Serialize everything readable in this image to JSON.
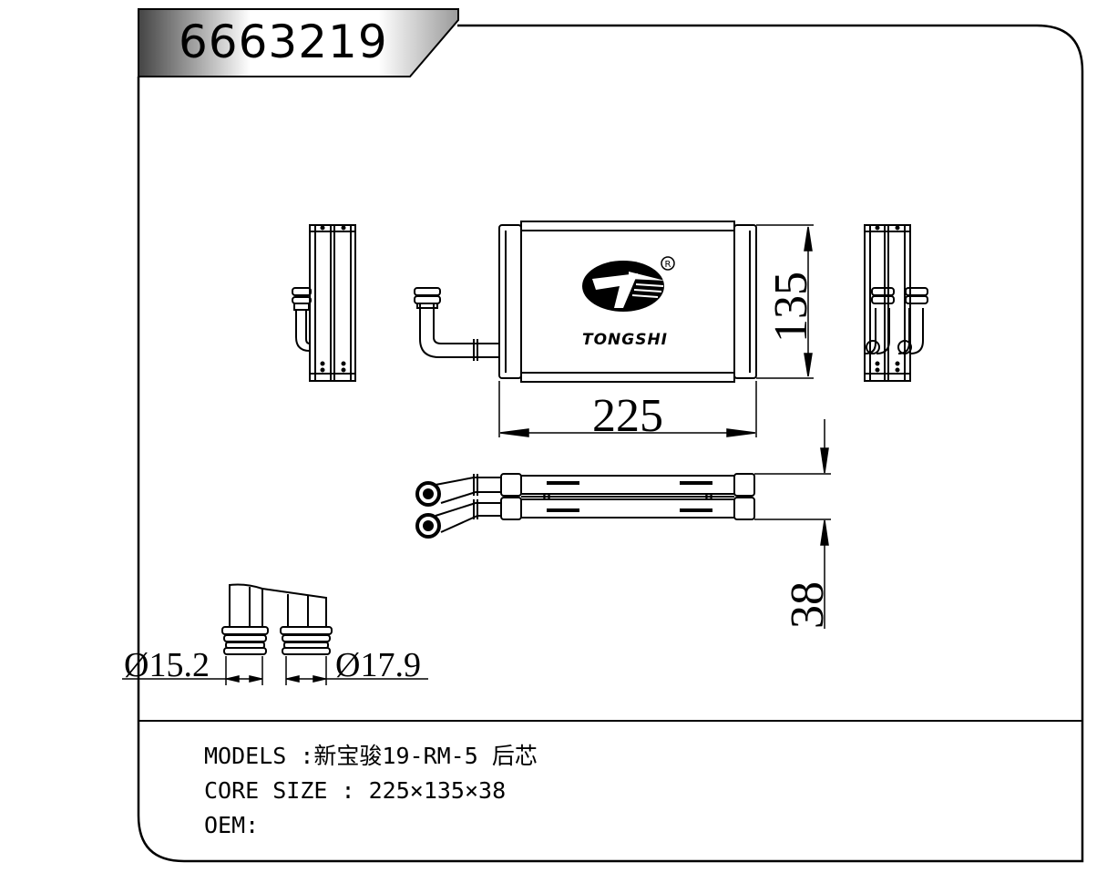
{
  "part_number": "6663219",
  "brand": {
    "name": "TONGSHI",
    "registered_mark": "R"
  },
  "dimensions": {
    "width": "225",
    "height": "135",
    "depth": "38",
    "pipe_diameter_left": "Ø15.2",
    "pipe_diameter_right": "Ø17.9"
  },
  "info": {
    "models_line": "MODELS :新宝骏19-RM-5 后芯",
    "core_size_line": "CORE SIZE : 225×135×38",
    "oem_line": "OEM:"
  }
}
